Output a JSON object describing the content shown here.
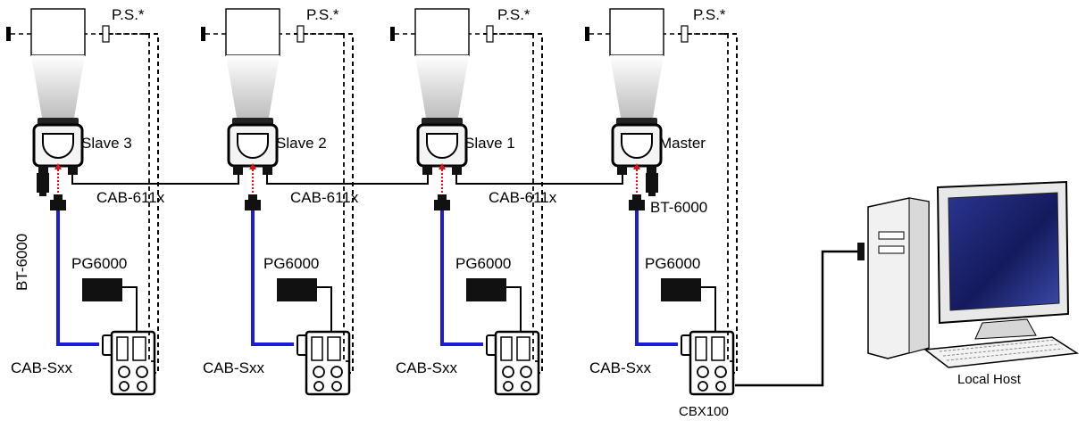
{
  "columns": [
    {
      "scanner_label": "Slave 3",
      "power_supply_label": "P.S.*",
      "adapter_label": "PG6000",
      "cable_label": "CAB-Sxx",
      "terminator_label": "BT-6000"
    },
    {
      "scanner_label": "Slave 2",
      "power_supply_label": "P.S.*",
      "adapter_label": "PG6000",
      "cable_label": "CAB-Sxx"
    },
    {
      "scanner_label": "Slave 1",
      "power_supply_label": "P.S.*",
      "adapter_label": "PG6000",
      "cable_label": "CAB-Sxx"
    },
    {
      "scanner_label": "Master",
      "power_supply_label": "P.S.*",
      "adapter_label": "PG6000",
      "cable_label": "CAB-Sxx",
      "terminator_label": "BT-6000",
      "connection_box_label": "CBX100"
    }
  ],
  "bus_cables": [
    "CAB-611x",
    "CAB-611x",
    "CAB-611x"
  ],
  "host": {
    "label": "Local Host"
  },
  "colors": {
    "line": "#000000",
    "serial_cable": "#1c1cd8",
    "aux_link": "#e01010",
    "beam": "#dcdcdc",
    "screen": "#1a1f6e"
  }
}
